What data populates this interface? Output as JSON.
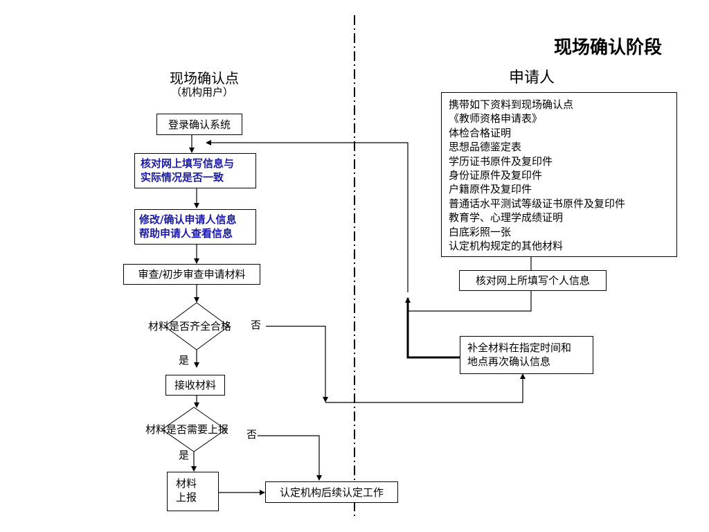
{
  "title": "现场确认阶段",
  "left_column": {
    "heading": "现场确认点",
    "subheading": "（机构用户）"
  },
  "right_column": {
    "heading": "申请人"
  },
  "nodes": {
    "login": "登录确认系统",
    "verify_line1": "核对网上填写信息与",
    "verify_line2": "实际情况是否一致",
    "modify_line1": "修改/确认申请人信息",
    "modify_line2": "帮助申请人查看信息",
    "review": "审查/初步审查申请材料",
    "decision1": "材料是否齐全合格",
    "receive": "接收材料",
    "decision2": "材料是否需要上报",
    "report_line1": "材料",
    "report_line2": "上报",
    "followup": "认定机构后续认定工作",
    "check_personal": "核对网上所填写个人信息",
    "supplement_line1": "补全材料在指定时间和",
    "supplement_line2": "地点再次确认信息"
  },
  "documents": [
    "携带如下资料到现场确认点",
    "《教师资格申请表》",
    "体检合格证明",
    "思想品德鉴定表",
    "学历证书原件及复印件",
    "身份证原件及复印件",
    "户籍原件及复印件",
    "普通话水平测试等级证书原件及复印件",
    "教育学、心理学成绩证明",
    "白底彩照一张",
    "认定机构规定的其他材料"
  ],
  "edge_labels": {
    "no1": "否",
    "yes1": "是",
    "no2": "否",
    "yes2": "是"
  }
}
